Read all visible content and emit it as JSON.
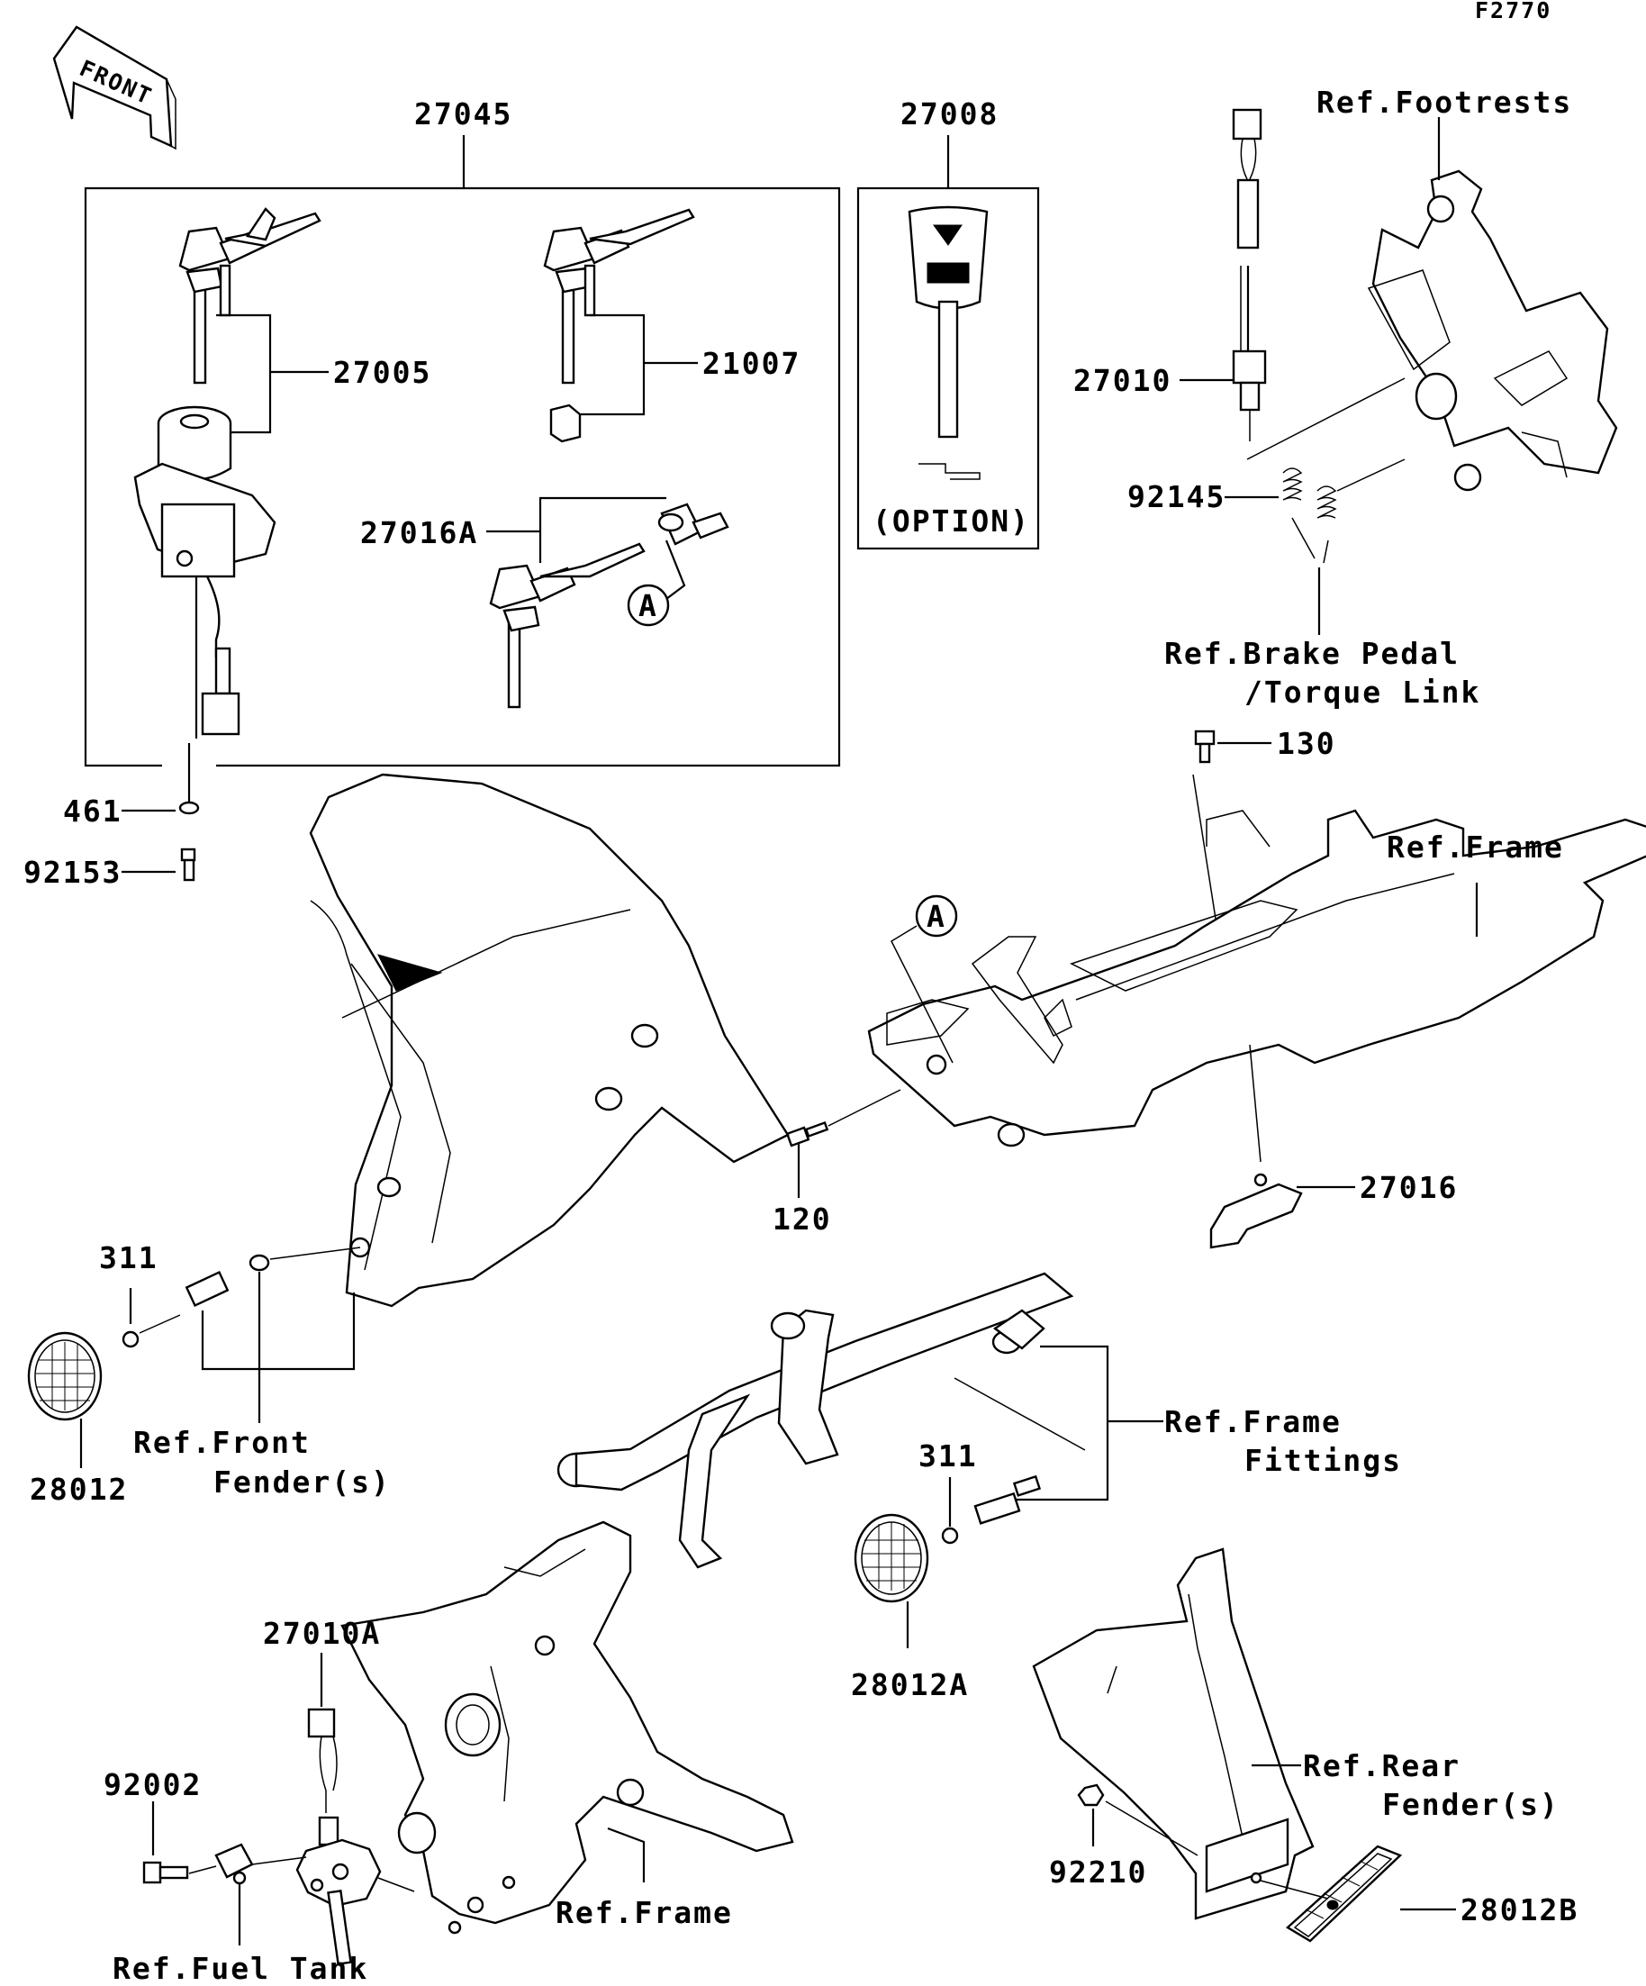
{
  "figure_code": "F2770",
  "front_label": "FRONT",
  "key_option_label": "(OPTION)",
  "detail_marker": "A",
  "part_numbers": {
    "p27045": "27045",
    "p27008": "27008",
    "p27005": "27005",
    "p21007": "21007",
    "p27016A": "27016A",
    "p27010": "27010",
    "p92145": "92145",
    "p130": "130",
    "p461": "461",
    "p92153": "92153",
    "p120": "120",
    "p27016": "27016",
    "p311a": "311",
    "p311b": "311",
    "p28012": "28012",
    "p28012A": "28012A",
    "p27010A": "27010A",
    "p92002": "92002",
    "p92210": "92210",
    "p28012B": "28012B"
  },
  "references": {
    "footrests": "Ref.Footrests",
    "brake_pedal_1": "Ref.Brake Pedal",
    "brake_pedal_2": "/Torque Link",
    "frame_top": "Ref.Frame",
    "front_fender_1": "Ref.Front",
    "front_fender_2": "Fender(s)",
    "frame_fittings_1": "Ref.Frame",
    "frame_fittings_2": "Fittings",
    "rear_fender_1": "Ref.Rear",
    "rear_fender_2": "Fender(s)",
    "fuel_tank": "Ref.Fuel Tank",
    "frame_bottom": "Ref.Frame"
  },
  "colors": {
    "ink": "#000000",
    "paper": "#ffffff"
  }
}
